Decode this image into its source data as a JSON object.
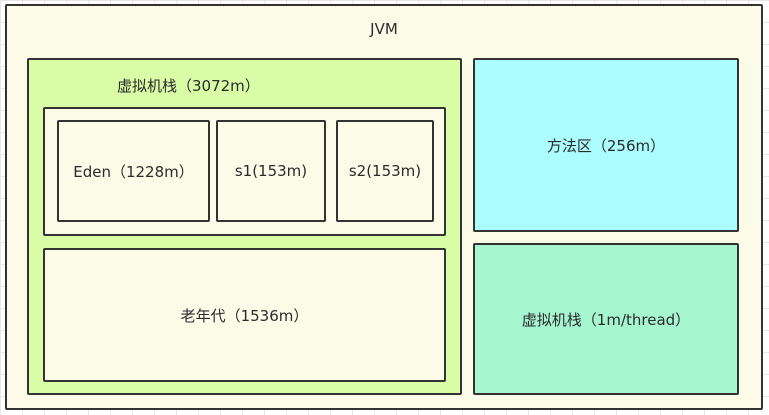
{
  "diagram": {
    "jvm": {
      "label": "JVM"
    },
    "heap": {
      "label": "虚拟机栈（3072m）",
      "young": {
        "eden": "Eden（1228m）",
        "s1": "s1(153m)",
        "s2": "s2(153m)"
      },
      "old": "老年代（1536m）"
    },
    "method_area": "方法区（256m）",
    "vm_stack": "虚拟机栈（1m/thread）"
  },
  "colors": {
    "outer_fill": "#fbfbe8",
    "heap_fill": "#d9fca6",
    "inner_fill": "#fbfbe8",
    "method_area_fill": "#acfdfd",
    "vm_stack_fill": "#a6f6cf",
    "border": "#333333"
  }
}
